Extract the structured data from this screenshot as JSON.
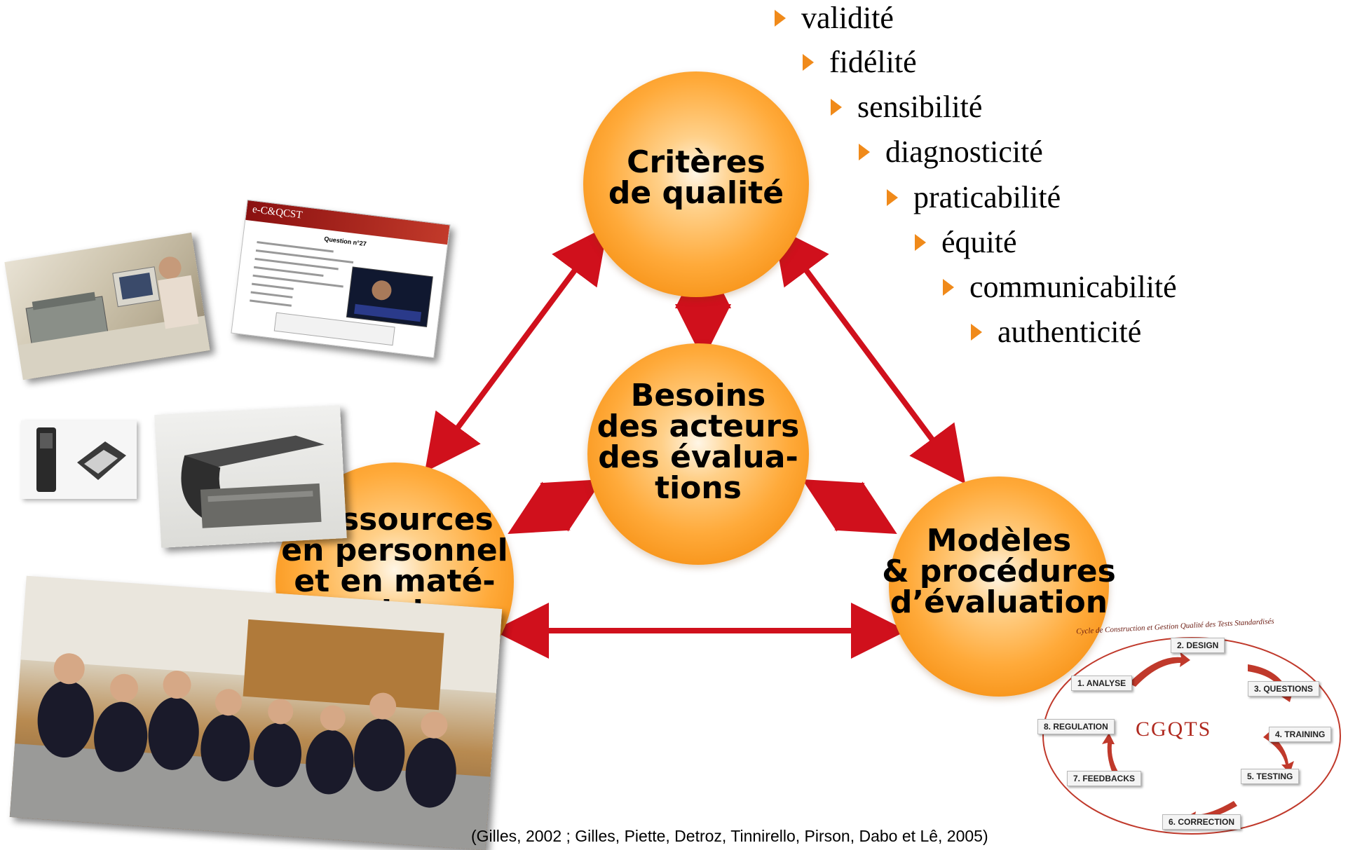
{
  "criteria_list": [
    "validité",
    "fidélité",
    "sensibilité",
    "diagnosticité",
    "praticabilité",
    "équité",
    "communicabilité",
    "authenticité"
  ],
  "nodes": {
    "criteres": [
      "Critères",
      "de qualité"
    ],
    "besoins": [
      "Besoins",
      "des acteurs",
      "des évalua-",
      "tions"
    ],
    "ressources": [
      "Ressources",
      "en personnel",
      "et en maté-",
      "riel"
    ],
    "modeles": [
      "Modèles",
      "& procédures",
      "d’évaluation"
    ]
  },
  "citation": "(Gilles, 2002 ; Gilles, Piette, Detroz, Tinnirello, Pirson, Dabo et Lê, 2005)",
  "ecqcst_screen": {
    "logo": "e-C&QCST",
    "question_title": "Question n°27"
  },
  "cycle": {
    "arc_title": "Cycle de Construction et Gestion Qualité des Tests Standardisés",
    "center": "CGQTS",
    "steps": [
      "1. ANALYSE",
      "2. DESIGN",
      "3. QUESTIONS",
      "4. TRAINING",
      "5. TESTING",
      "6. CORRECTION",
      "7. FEEDBACKS",
      "8. REGULATION"
    ]
  },
  "colors": {
    "arrow": "#d0101c",
    "bullet": "#f08a1a",
    "circle": "#f7941d"
  }
}
